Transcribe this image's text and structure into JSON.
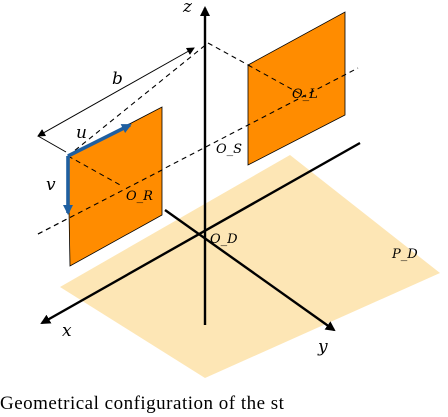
{
  "labels": {
    "z": "z",
    "x": "x",
    "y": "y",
    "b": "b",
    "u": "u",
    "v": "v",
    "os": "O_S",
    "ol": "O_L",
    "or": "O_R",
    "od": "O_D",
    "pd": "P_D"
  },
  "caption": "Geometrical configuration of the st",
  "colors": {
    "camera_plane": "#ff8c00",
    "projection_plane": "#fde6b5",
    "uv_arrow": "#1f5fa0",
    "axes": "#000000"
  }
}
